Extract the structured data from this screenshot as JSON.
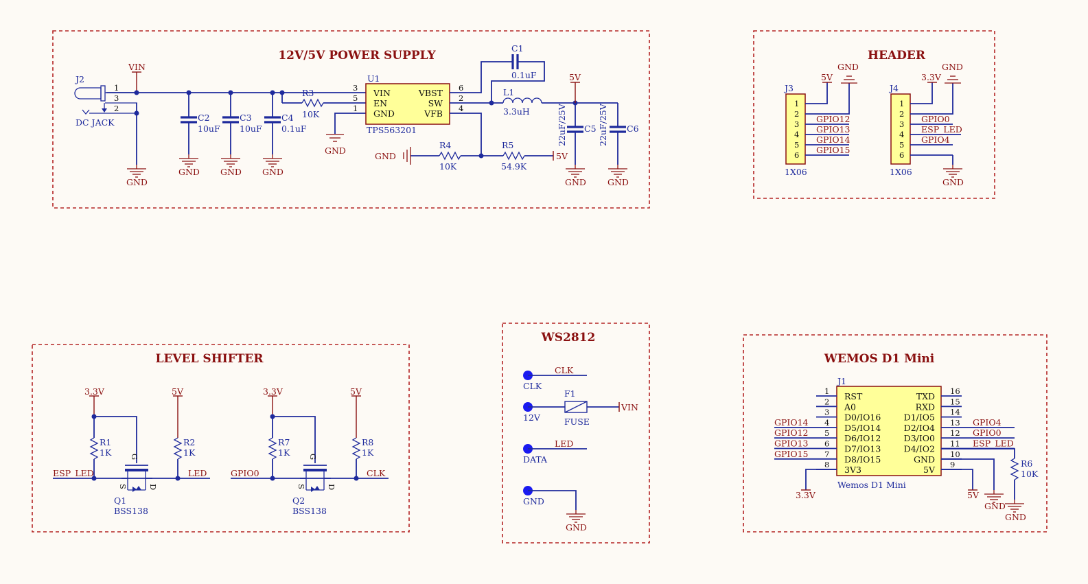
{
  "sections": {
    "power": "12V/5V POWER SUPPLY",
    "header": "HEADER",
    "level": "LEVEL SHIFTER",
    "ws": "WS2812",
    "wemos": "WEMOS D1 Mini"
  },
  "nets": {
    "vin": "VIN",
    "gnd": "GND",
    "v5": "5V",
    "v33": "3.3V",
    "v12": "12V",
    "clk": "CLK",
    "led": "LED",
    "data": "DATA",
    "esp_led": "ESP_LED",
    "gpio0": "GPIO0"
  },
  "power": {
    "j2": {
      "ref": "J2",
      "name": "DC JACK",
      "pins": [
        "1",
        "3",
        "2"
      ]
    },
    "c2": {
      "ref": "C2",
      "value": "10uF"
    },
    "c3": {
      "ref": "C3",
      "value": "10uF"
    },
    "c4": {
      "ref": "C4",
      "value": "0.1uF"
    },
    "r3": {
      "ref": "R3",
      "value": "10K"
    },
    "u1": {
      "ref": "U1",
      "name": "TPS563201",
      "left_pins": [
        {
          "num": "3",
          "name": "VIN"
        },
        {
          "num": "5",
          "name": "EN"
        },
        {
          "num": "1",
          "name": "GND"
        }
      ],
      "right_pins": [
        {
          "num": "6",
          "name": "VBST"
        },
        {
          "num": "2",
          "name": "SW"
        },
        {
          "num": "4",
          "name": "VFB"
        }
      ]
    },
    "c1": {
      "ref": "C1",
      "value": "0.1uF"
    },
    "l1": {
      "ref": "L1",
      "value": "3.3uH"
    },
    "r4": {
      "ref": "R4",
      "value": "10K"
    },
    "r5": {
      "ref": "R5",
      "value": "54.9K"
    },
    "c5": {
      "ref": "C5",
      "value": "22uF/25V"
    },
    "c6": {
      "ref": "C6",
      "value": "22uF/25V"
    }
  },
  "header": {
    "j3": {
      "ref": "J3",
      "value": "1X06",
      "pins": [
        "1",
        "2",
        "3",
        "4",
        "5",
        "6"
      ],
      "nets": [
        "GPIO12",
        "GPIO13",
        "GPIO14",
        "GPIO15"
      ]
    },
    "j4": {
      "ref": "J4",
      "value": "1X06",
      "pins": [
        "1",
        "2",
        "3",
        "4",
        "5",
        "6"
      ],
      "nets": [
        "GPIO0",
        "ESP_LED",
        "GPIO4"
      ]
    }
  },
  "level": {
    "r1": {
      "ref": "R1",
      "value": "1K"
    },
    "r2": {
      "ref": "R2",
      "value": "1K"
    },
    "r7": {
      "ref": "R7",
      "value": "1K"
    },
    "r8": {
      "ref": "R8",
      "value": "1K"
    },
    "q1": {
      "ref": "Q1",
      "value": "BSS138"
    },
    "q2": {
      "ref": "Q2",
      "value": "BSS138"
    },
    "g": "G",
    "s": "S",
    "d": "D"
  },
  "ws": {
    "f1": {
      "ref": "F1",
      "value": "FUSE"
    }
  },
  "wemos": {
    "j1": {
      "ref": "J1",
      "value": "Wemos D1 Mini",
      "left_pins": [
        {
          "num": "1",
          "name": "RST",
          "net": ""
        },
        {
          "num": "2",
          "name": "A0",
          "net": ""
        },
        {
          "num": "3",
          "name": "D0/IO16",
          "net": ""
        },
        {
          "num": "4",
          "name": "D5/IO14",
          "net": "GPIO14"
        },
        {
          "num": "5",
          "name": "D6/IO12",
          "net": "GPIO12"
        },
        {
          "num": "6",
          "name": "D7/IO13",
          "net": "GPIO13"
        },
        {
          "num": "7",
          "name": "D8/IO15",
          "net": "GPIO15"
        },
        {
          "num": "8",
          "name": "3V3",
          "net": ""
        }
      ],
      "right_pins": [
        {
          "num": "16",
          "name": "TXD",
          "net": ""
        },
        {
          "num": "15",
          "name": "RXD",
          "net": ""
        },
        {
          "num": "14",
          "name": "D1/IO5",
          "net": ""
        },
        {
          "num": "13",
          "name": "D2/IO4",
          "net": "GPIO4"
        },
        {
          "num": "12",
          "name": "D3/IO0",
          "net": "GPIO0"
        },
        {
          "num": "11",
          "name": "D4/IO2",
          "net": "ESP_LED"
        },
        {
          "num": "10",
          "name": "GND",
          "net": ""
        },
        {
          "num": "9",
          "name": "5V",
          "net": ""
        }
      ]
    },
    "r6": {
      "ref": "R6",
      "value": "10K"
    }
  },
  "colors": {
    "frame": "#b32424",
    "wire": "#1e2a9c",
    "net_label": "#8a1010",
    "ic_fill": "#ffff99",
    "background": "#fdfaf5"
  }
}
